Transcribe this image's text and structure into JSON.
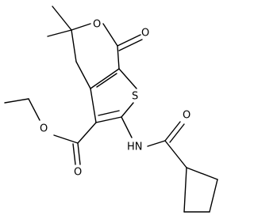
{
  "diagram": {
    "kind": "chemical-structure",
    "atom_labels": {
      "o_tbu_ester": "O",
      "o_tbu_carbonyl": "O",
      "s_ring": "S",
      "o_ethyl_ester": "O",
      "o_ethyl_carbonyl": "O",
      "nh_amide": "HN",
      "o_amide_carbonyl": "O"
    }
  }
}
